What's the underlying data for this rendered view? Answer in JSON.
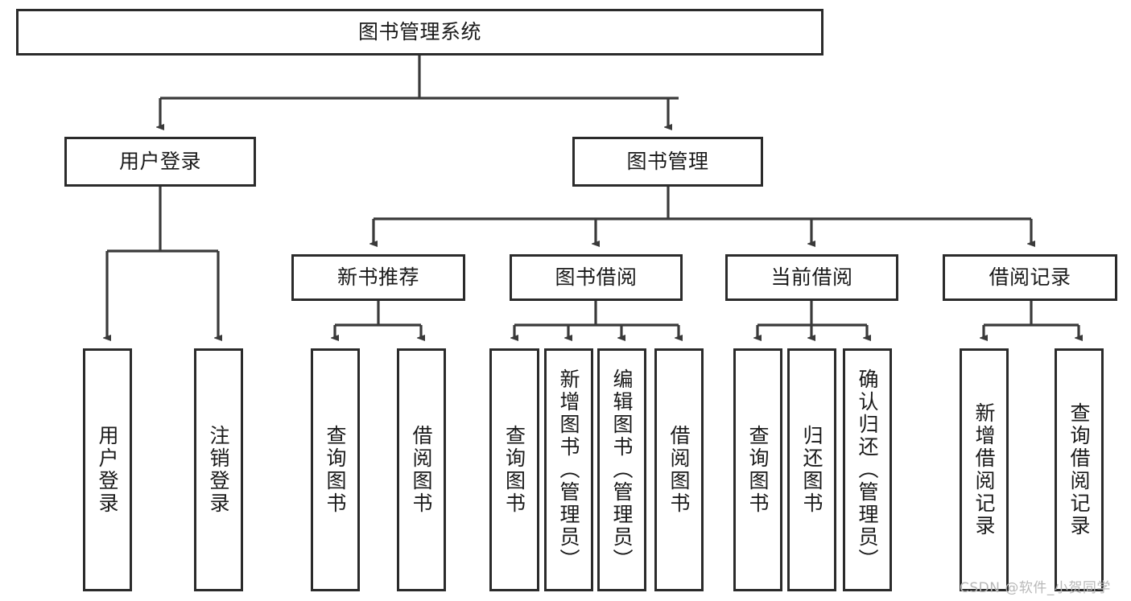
{
  "diagram": {
    "type": "tree-hierarchy-chart",
    "title": "图书管理系统",
    "orientation": "top-down",
    "colors": {
      "box_border": "#2b2b2b",
      "box_fill": "#ffffff",
      "connector": "#3a3a3a",
      "text": "#1a1a1a",
      "watermark": "#b9b9b9",
      "background": "#ffffff"
    },
    "root": {
      "label": "图书管理系统"
    },
    "level2": [
      {
        "label": "用户登录"
      },
      {
        "label": "图书管理"
      }
    ],
    "level3": [
      {
        "label": "新书推荐"
      },
      {
        "label": "图书借阅"
      },
      {
        "label": "当前借阅"
      },
      {
        "label": "借阅记录"
      }
    ],
    "leaves": {
      "user_login": [
        {
          "label": "用户登录"
        },
        {
          "label": "注销登录"
        }
      ],
      "new_book_recommend": [
        {
          "label": "查询图书"
        },
        {
          "label": "借阅图书"
        }
      ],
      "book_borrow": [
        {
          "label": "查询图书"
        },
        {
          "label": "新增图书（管理员）"
        },
        {
          "label": "编辑图书（管理员）"
        },
        {
          "label": "借阅图书"
        }
      ],
      "current_borrow": [
        {
          "label": "查询图书"
        },
        {
          "label": "归还图书"
        },
        {
          "label": "确认归还（管理员）"
        }
      ],
      "borrow_record": [
        {
          "label": "新增借阅记录"
        },
        {
          "label": "查询借阅记录"
        }
      ]
    }
  },
  "watermark": {
    "text": "CSDN @软件_小贺同学"
  }
}
